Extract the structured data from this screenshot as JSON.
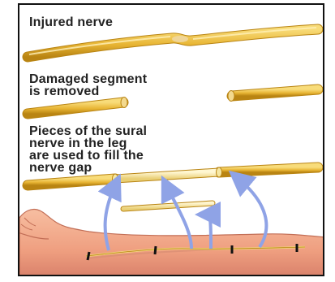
{
  "diagram": {
    "steps": [
      {
        "label": "Injured nerve"
      },
      {
        "label": "Damaged segment\nis removed"
      },
      {
        "label": "Pieces of the sural\nnerve in the leg\nare used to fill the\nnerve gap"
      }
    ]
  },
  "colors": {
    "nerve": "#e8b534",
    "nerve_dark": "#b98412",
    "graft": "#f6e7a2",
    "arrow": "#8fa3e6",
    "skin": "#f3a887",
    "skin_dark": "#d9806a",
    "frame": "#111111"
  }
}
